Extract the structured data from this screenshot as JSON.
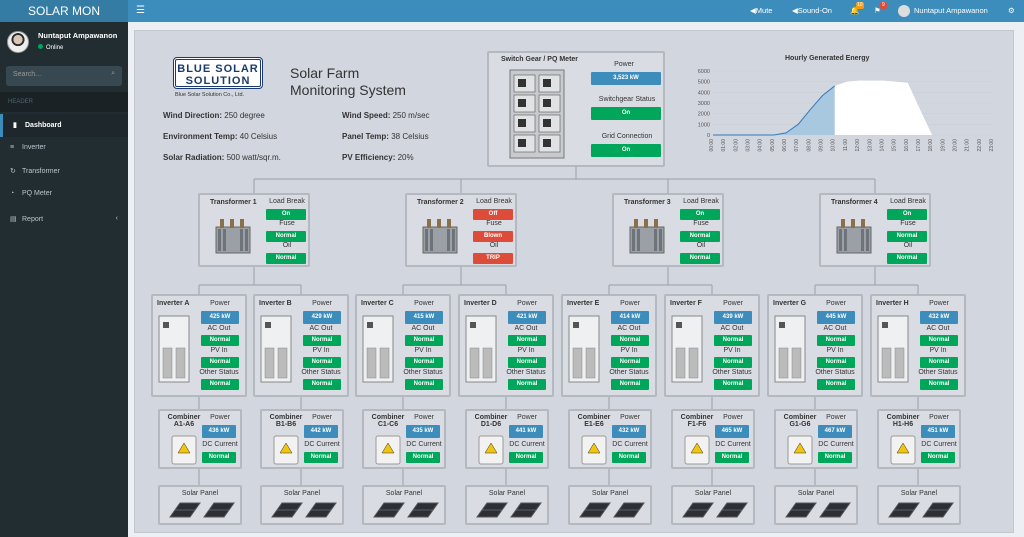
{
  "app": {
    "title": "SOLAR MON",
    "menu_toggle": "☰"
  },
  "topbar": {
    "mute": "Mute",
    "sound_on": "Sound-On",
    "notif_count": "10",
    "flag_count": "9",
    "user": "Nuntaput Ampawanon"
  },
  "sidebar": {
    "user": {
      "name": "Nuntaput Ampawanon",
      "status": "Online"
    },
    "search_placeholder": "Search...",
    "header": "HEADER",
    "items": [
      {
        "label": "Dashboard",
        "icon": "bar-chart-icon"
      },
      {
        "label": "Inverter",
        "icon": "list-icon"
      },
      {
        "label": "Transformer",
        "icon": "refresh-icon"
      },
      {
        "label": "PQ Meter",
        "icon": "gauge-icon"
      },
      {
        "label": "Report",
        "icon": "file-icon",
        "arrow": "‹"
      }
    ]
  },
  "header": {
    "company": {
      "logo_line1": "BLUE SOLAR",
      "logo_line2": "SOLUTION",
      "caption": "Blue Solar Solution Co., Ltd."
    },
    "title_line1": "Solar Farm",
    "title_line2": "Monitoring System",
    "stats": [
      {
        "label": "Wind Direction:",
        "value": "250 degree"
      },
      {
        "label": "Wind Speed:",
        "value": "250 m/sec"
      },
      {
        "label": "Environment Temp:",
        "value": "40 Celsius"
      },
      {
        "label": "Panel Temp:",
        "value": "38 Celsius"
      },
      {
        "label": "Solar Radiation:",
        "value": "500 watt/sqr.m."
      },
      {
        "label": "PV Efficiency:",
        "value": "20%"
      }
    ]
  },
  "switchgear": {
    "title": "Switch Gear / PQ Meter",
    "power_label": "Power",
    "power": "3,523 kW",
    "status_label": "Switchgear Status",
    "status": "On",
    "grid_label": "Grid Connection",
    "grid": "On"
  },
  "chart_data": {
    "type": "area",
    "title": "Hourly Generated Energy",
    "x": [
      "00:00",
      "01:00",
      "02:00",
      "03:00",
      "04:00",
      "05:00",
      "06:00",
      "07:00",
      "08:00",
      "09:00",
      "10:00",
      "11:00",
      "12:00",
      "13:00",
      "14:00",
      "15:00",
      "16:00",
      "17:00",
      "18:00",
      "19:00",
      "20:00",
      "21:00",
      "22:00",
      "23:00"
    ],
    "series": [
      {
        "values": [
          0,
          0,
          0,
          0,
          0,
          0,
          200,
          1000,
          2400,
          3700,
          4600,
          5000,
          5100,
          5100,
          5100,
          5000,
          4900,
          2400,
          0,
          0,
          0,
          0,
          0,
          0
        ]
      }
    ],
    "highlight_until": "10:00",
    "ylim": [
      0,
      6000
    ],
    "yticks": [
      0,
      1000,
      2000,
      3000,
      4000,
      5000,
      6000
    ],
    "colors": {
      "fill": "#a8c8e0",
      "fill_rest": "#ffffff",
      "line": "#2f7bc0"
    }
  },
  "transformers": [
    {
      "name": "Transformer 1",
      "load_label": "Load Break",
      "load": "On",
      "load_color": "#00a65a",
      "fuse_label": "Fuse",
      "fuse": "Normal",
      "fuse_color": "#00a65a",
      "oil_label": "Oil",
      "oil": "Normal",
      "oil_color": "#00a65a"
    },
    {
      "name": "Transformer 2",
      "load_label": "Load Break",
      "load": "Off",
      "load_color": "#dd4b39",
      "fuse_label": "Fuse",
      "fuse": "Blown",
      "fuse_color": "#dd4b39",
      "oil_label": "Oil",
      "oil": "TRIP",
      "oil_color": "#dd4b39"
    },
    {
      "name": "Transformer 3",
      "load_label": "Load Break",
      "load": "On",
      "load_color": "#00a65a",
      "fuse_label": "Fuse",
      "fuse": "Normal",
      "fuse_color": "#00a65a",
      "oil_label": "Oil",
      "oil": "Normal",
      "oil_color": "#00a65a"
    },
    {
      "name": "Transformer 4",
      "load_label": "Load Break",
      "load": "On",
      "load_color": "#00a65a",
      "fuse_label": "Fuse",
      "fuse": "Normal",
      "fuse_color": "#00a65a",
      "oil_label": "Oil",
      "oil": "Normal",
      "oil_color": "#00a65a"
    }
  ],
  "inverters": [
    {
      "name": "Inverter A",
      "power": "425 kW"
    },
    {
      "name": "Inverter B",
      "power": "429 kW"
    },
    {
      "name": "Inverter C",
      "power": "415 kW"
    },
    {
      "name": "Inverter D",
      "power": "421 kW"
    },
    {
      "name": "Inverter E",
      "power": "414 kW"
    },
    {
      "name": "Inverter F",
      "power": "439 kW"
    },
    {
      "name": "Inverter G",
      "power": "445 kW"
    },
    {
      "name": "Inverter H",
      "power": "432 kW"
    }
  ],
  "inverter_labels": {
    "power": "Power",
    "ac_out": "AC Out",
    "pv_in": "PV In",
    "other": "Other Status",
    "normal": "Normal"
  },
  "combiners": [
    {
      "name1": "Combiner",
      "name2": "A1-A6",
      "power": "436 kW"
    },
    {
      "name1": "Combiner",
      "name2": "B1-B6",
      "power": "442 kW"
    },
    {
      "name1": "Combiner",
      "name2": "C1-C6",
      "power": "435 kW"
    },
    {
      "name1": "Combiner",
      "name2": "D1-D6",
      "power": "441 kW"
    },
    {
      "name1": "Combiner",
      "name2": "E1-E6",
      "power": "432 kW"
    },
    {
      "name1": "Combiner",
      "name2": "F1-F6",
      "power": "465 kW"
    },
    {
      "name1": "Combiner",
      "name2": "G1-G6",
      "power": "467 kW"
    },
    {
      "name1": "Combiner",
      "name2": "H1-H6",
      "power": "451 kW"
    }
  ],
  "combiner_labels": {
    "power": "Power",
    "dc": "DC Current",
    "normal": "Normal"
  },
  "panels": {
    "label": "Solar Panel"
  }
}
